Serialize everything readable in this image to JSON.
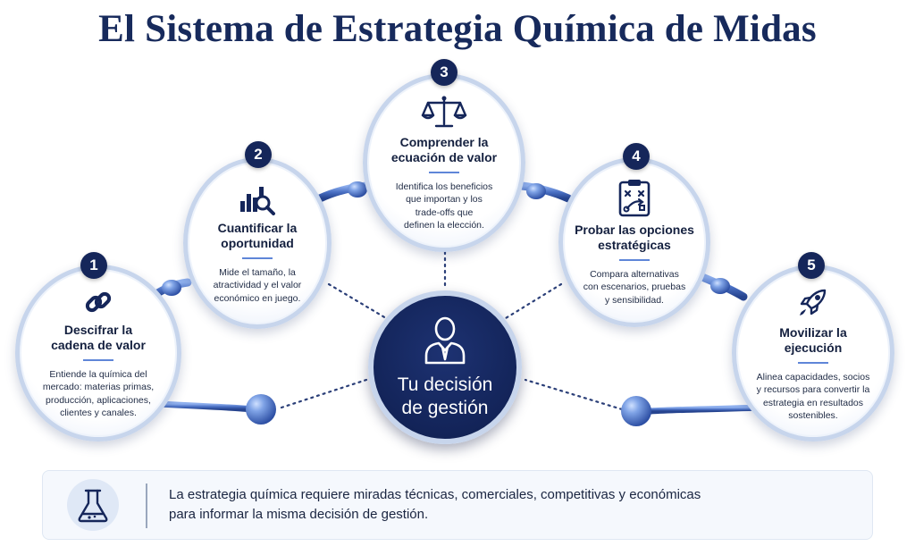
{
  "title": "El Sistema de Estrategia Química de Midas",
  "center": {
    "label_line1": "Tu decisión",
    "label_line2": "de gestión",
    "icon": "person-icon"
  },
  "nodes": [
    {
      "number": "1",
      "title_line1": "Descifrar la",
      "title_line2": "cadena de valor",
      "text": [
        "Entiende la química del",
        "mercado: materias primas,",
        "producción, aplicaciones,",
        "clientes y canales."
      ],
      "icon": "chain-link-icon"
    },
    {
      "number": "2",
      "title_line1": "Cuantificar la",
      "title_line2": "oportunidad",
      "text": [
        "Mide el tamaño, la",
        "atractividad y el valor",
        "económico en juego."
      ],
      "icon": "bar-chart-magnifier-icon"
    },
    {
      "number": "3",
      "title_line1": "Comprender la",
      "title_line2": "ecuación de valor",
      "text": [
        "Identifica los beneficios",
        "que importan y los",
        "trade-offs que",
        "definen la elección."
      ],
      "icon": "balance-scale-icon"
    },
    {
      "number": "4",
      "title_line1": "Probar las opciones",
      "title_line2": "estratégicas",
      "text": [
        "Compara alternativas",
        "con escenarios, pruebas",
        "y sensibilidad."
      ],
      "icon": "strategy-clipboard-icon"
    },
    {
      "number": "5",
      "title_line1": "Movilizar la",
      "title_line2": "ejecución",
      "text": [
        "Alinea capacidades, socios",
        "y recursos para convertir la",
        "estrategia en resultados",
        "sostenibles."
      ],
      "icon": "rocket-icon"
    }
  ],
  "footer": {
    "icon": "flask-icon",
    "text_line1": "La estrategia química requiere miradas técnicas, comerciales, competitivas y económicas",
    "text_line2": "para informar la misma decisión de gestión."
  },
  "colors": {
    "navy": "#15265a",
    "accent_blue": "#5f86d8",
    "ring": "#c7d5ec",
    "connector": "#4a70c4"
  }
}
